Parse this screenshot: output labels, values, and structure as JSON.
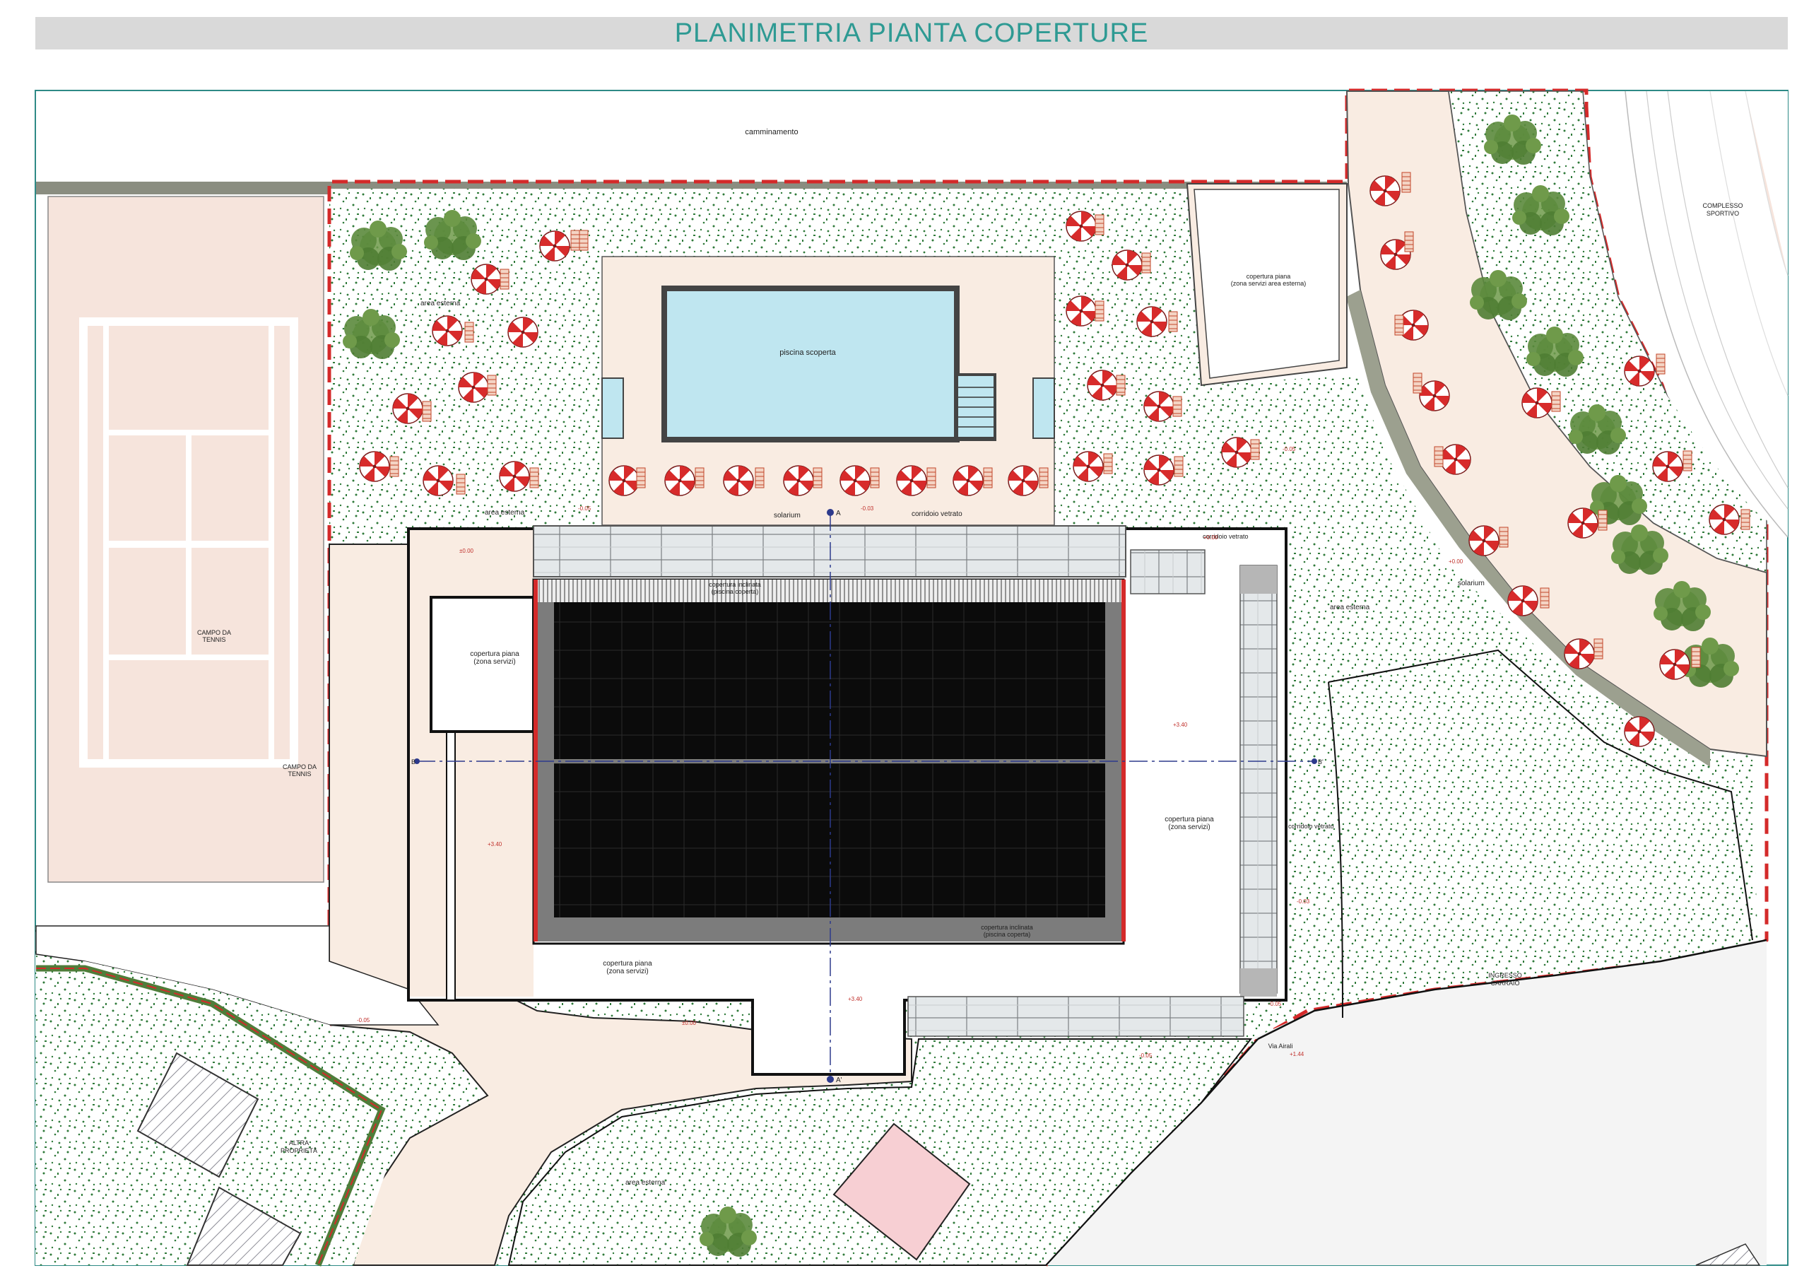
{
  "title": "PLANIMETRIA PIANTA COPERTURE",
  "colors": {
    "accent_title": "#2e9a93",
    "boundary_red": "#d42a2a",
    "pool_water": "#bfe6f0",
    "tennis_fill": "#f6e4dc",
    "path_fill": "#f9ece2",
    "grass_fill": "#ffffff",
    "green_dots": "#2f7a3a",
    "sloped_roof": "#0b0b0b",
    "umbrella_red": "#d72b2b",
    "pink_area": "#f7cfd3",
    "hedge_green": "#4f7d3a"
  },
  "labels": {
    "camminamento": "camminamento",
    "complesso_sportivo_1": "COMPLESSO",
    "complesso_sportivo_2": "SPORTIVO",
    "piscina_scoperta": "piscina scoperta",
    "copertura_piana_servizi_est_1": "copertura piana",
    "copertura_piana_servizi_est_2": "(zona servizi area esterna)",
    "area_esterna_nw": "area esterna",
    "area_esterna_w": "area esterna",
    "area_esterna_e": "area esterna",
    "area_esterna_s": "area esterna",
    "solarium_pool": "solarium",
    "solarium_east": "solarium",
    "corridoio_vetrato_n": "corridoio vetrato",
    "corridoio_vetrato_ne": "corridoio vetrato",
    "corridoio_vetrato_e": "corridoio vetrato",
    "copertura_inclinata_top_1": "copertura inclinata",
    "copertura_inclinata_top_2": "(piscina coperta)",
    "copertura_inclinata_bottom_1": "copertura inclinata",
    "copertura_inclinata_bottom_2": "(piscina coperta)",
    "copertura_piana_w_1": "copertura piana",
    "copertura_piana_w_2": "(zona servizi)",
    "copertura_piana_e_1": "copertura piana",
    "copertura_piana_e_2": "(zona servizi)",
    "copertura_piana_s_1": "copertura piana",
    "copertura_piana_s_2": "(zona servizi)",
    "campo_tennis_1_a": "CAMPO DA",
    "campo_tennis_1_b": "TENNIS",
    "campo_tennis_2_a": "CAMPO DA",
    "campo_tennis_2_b": "TENNIS",
    "altra_proprieta_1": "ALTRA",
    "altra_proprieta_2": "PROPRIETÀ",
    "ingresso_carraio_1": "INGRESSO",
    "ingresso_carraio_2": "CARRAIO",
    "via_airali": "Via Airali",
    "section_a_top": "A",
    "section_a_bottom": "A'",
    "section_b_left": "B",
    "section_b_right": "B'"
  },
  "levels": {
    "l_pool_w": "-0.05",
    "l_solarium": "-0.03",
    "l_nw_building": "±0.00",
    "l_ne_building": "+0.00",
    "l_east_roof": "+3.40",
    "l_west_roof": "+3.40",
    "l_south_roof": "+3.40",
    "l_east_lawn": "-0.05",
    "l_solarium_e": "+0.00",
    "l_mid_east": "-0.03",
    "l_south_entry": "±0.00",
    "l_south_path": "-0.05",
    "l_south_green": "-0.05",
    "l_via_airali": "+1.44",
    "l_sw": "-0.05"
  }
}
